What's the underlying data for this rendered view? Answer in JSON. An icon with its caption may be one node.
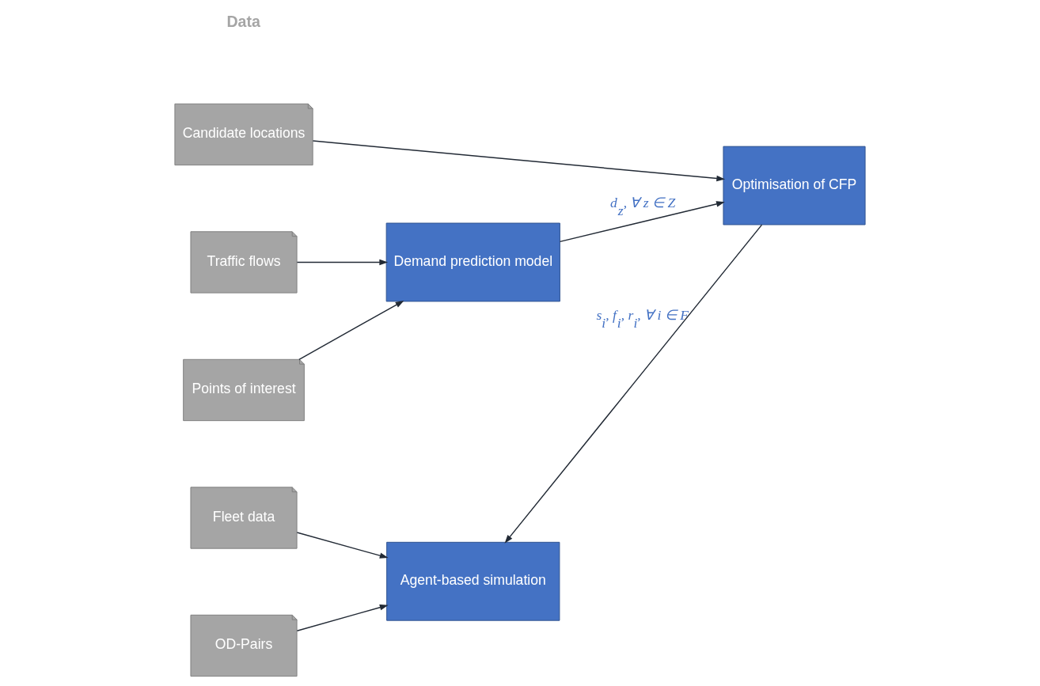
{
  "diagram": {
    "nodes": [
      {
        "text": [
          "Candidate locations"
        ]
      },
      {
        "text": [
          "Traffic flows"
        ]
      },
      {
        "text": [
          "Points of interest"
        ]
      },
      {
        "text": [
          "Fleet data"
        ]
      },
      {
        "text": [
          "OD-Pairs"
        ]
      },
      {
        "text": [
          "Demand prediction model"
        ]
      },
      {
        "text": [
          "Optimisation of CFP"
        ]
      },
      {
        "text": [
          "Agent-based simulation"
        ]
      }
    ],
    "edges": [
      {
        "from": 0,
        "to": 6,
        "arrow": "to"
      },
      {
        "from": 1,
        "to": 5,
        "arrow": "to"
      },
      {
        "from": 2,
        "to": 5,
        "arrow": "to"
      },
      {
        "from": 5,
        "to": 6,
        "arrow": "to",
        "label": "d$_{z}$, ∀ z ∈ Z"
      },
      {
        "from": 3,
        "to": 7,
        "arrow": "to"
      },
      {
        "from": 4,
        "to": 7,
        "arrow": "to"
      },
      {
        "from": 6,
        "to": 7,
        "arrow": "to",
        "label": "s$_{i}$, f$_{i}$, r$_{i}$, ∀ i ∈ F"
      }
    ],
    "labels": [
      "Data"
    ]
  }
}
